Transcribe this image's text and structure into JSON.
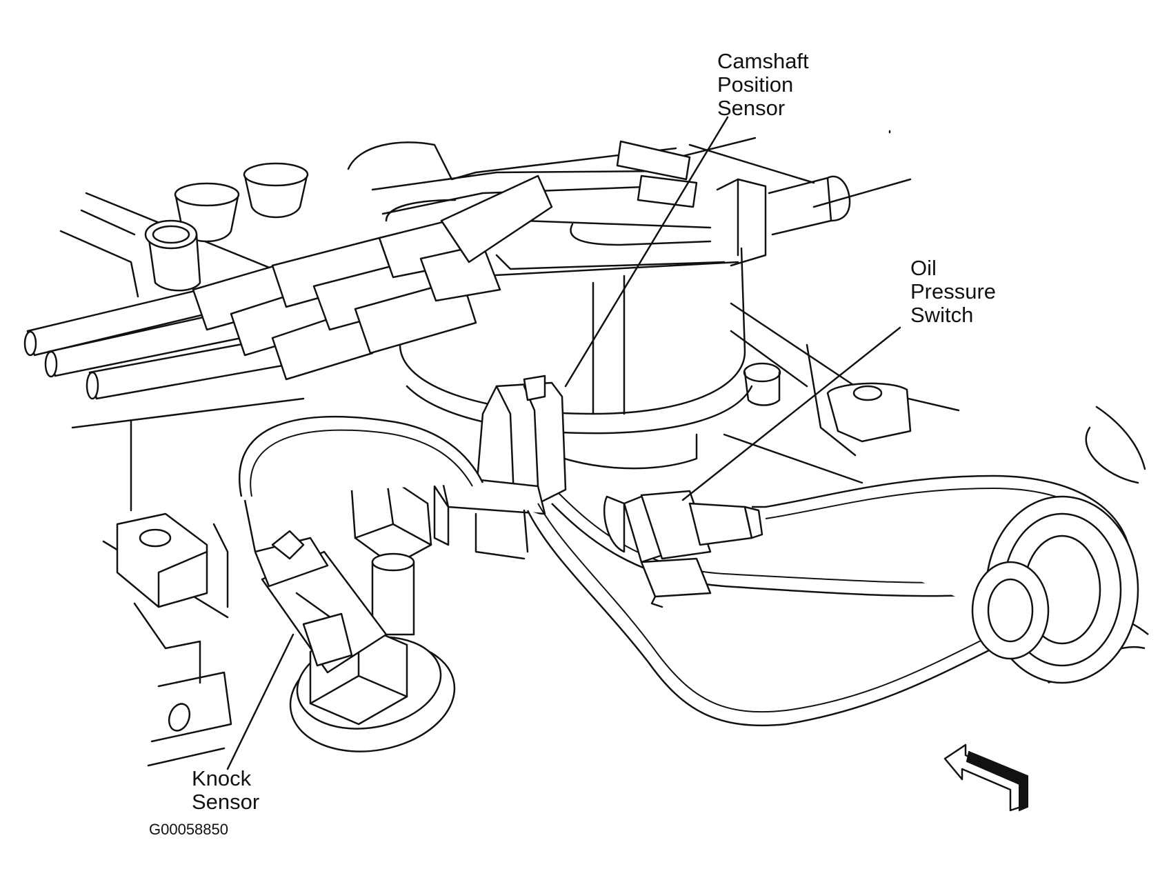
{
  "labels": {
    "camshaft_position_sensor": [
      "Camshaft",
      "Position",
      "Sensor"
    ],
    "oil_pressure_switch": [
      "Oil",
      "Pressure",
      "Switch"
    ],
    "knock_sensor": [
      "Knock",
      "Sensor"
    ]
  },
  "figure_code": "G00058850",
  "colors": {
    "ink": "#111111",
    "background": "#ffffff"
  },
  "icons": {
    "view_arrow": "direction-arrow-icon"
  }
}
